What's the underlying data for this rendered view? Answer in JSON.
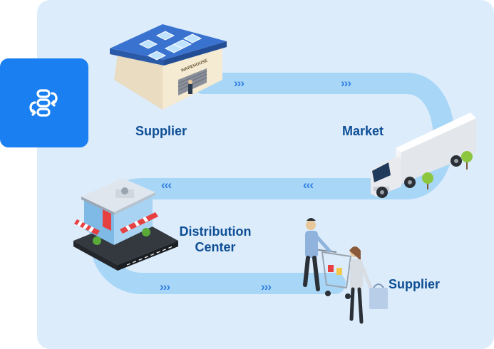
{
  "labels": {
    "supplier_top": "Supplier",
    "market": "Market",
    "distribution_line1": "Distribution",
    "distribution_line2": "Center",
    "supplier_bottom": "Supplier"
  },
  "warehouse_sign": "WAREHOUSE",
  "chevrons": {
    "right": "›››",
    "left": "‹‹‹"
  },
  "colors": {
    "panel": "#dcecfb",
    "path": "#a8d6f7",
    "badge": "#1a7ff0",
    "label": "#0d4e94",
    "chevron": "#2f7fe0"
  },
  "icons": {
    "badge": "flow-cycle-icon",
    "warehouse": "warehouse-icon",
    "truck": "truck-icon",
    "store": "store-icon",
    "shoppers": "shoppers-icon"
  }
}
